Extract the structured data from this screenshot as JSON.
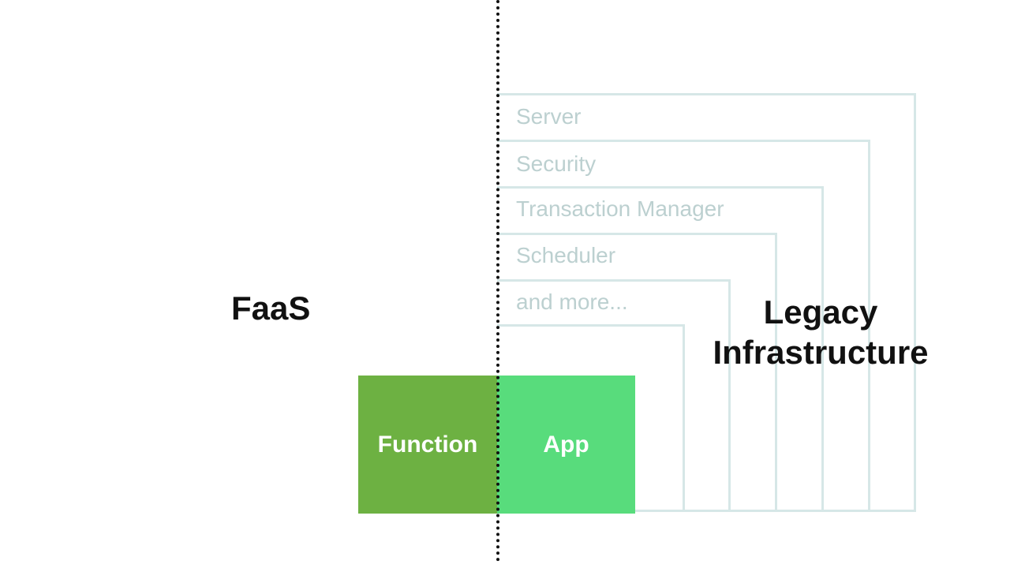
{
  "faas_label": "FaaS",
  "legacy_label_line1": "Legacy",
  "legacy_label_line2": "Infrastructure",
  "layers": [
    {
      "label": "Server"
    },
    {
      "label": "Security"
    },
    {
      "label": "Transaction Manager"
    },
    {
      "label": "Scheduler"
    },
    {
      "label": "and more..."
    }
  ],
  "function_box": {
    "label": "Function",
    "color": "#6db142"
  },
  "app_box": {
    "label": "App",
    "color": "#58dc7c"
  },
  "colors": {
    "layer_line": "#d6e7e7",
    "layer_text": "#bcd0d0",
    "divider": "#111111"
  }
}
